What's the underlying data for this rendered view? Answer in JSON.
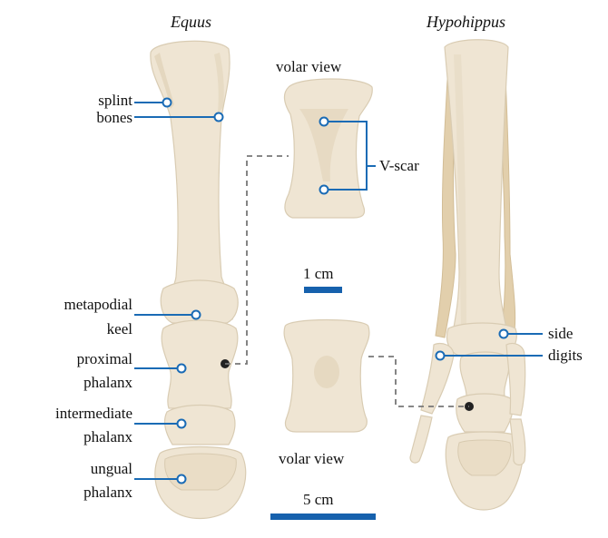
{
  "titles": {
    "left": "Equus",
    "right": "Hypohippus"
  },
  "views": {
    "top": "volar view",
    "bottom": "volar view"
  },
  "labels": {
    "splint": "splint",
    "bones": "bones",
    "metapodial": "metapodial",
    "keel": "keel",
    "proximal": "proximal",
    "phalanx1": "phalanx",
    "intermediate": "intermediate",
    "phalanx2": "phalanx",
    "ungual": "ungual",
    "phalanx3": "phalanx",
    "vscar": "V-scar",
    "side": "side",
    "digits": "digits"
  },
  "scalebars": {
    "small": "1 cm",
    "large": "5 cm"
  },
  "colors": {
    "pointer": "#1a6bb5",
    "scalebar": "#1661ad",
    "bone": "#efe5d3"
  }
}
